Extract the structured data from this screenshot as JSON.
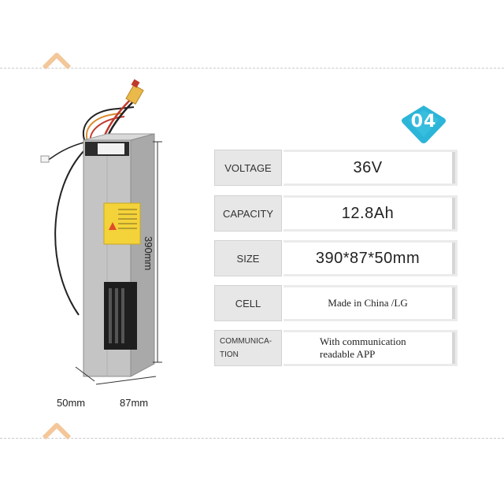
{
  "specs": [
    {
      "label": "VOLTAGE",
      "value": "36V"
    },
    {
      "label": "CAPACITY",
      "value": "12.8Ah"
    },
    {
      "label": "SIZE",
      "value": "390*87*50mm"
    },
    {
      "label": "CELL",
      "value": "Made in China /LG"
    },
    {
      "label_line1": "COMMUNICA-",
      "label_line2": "TION",
      "value_line1": "With communication",
      "value_line2": "readable APP"
    }
  ],
  "badge": "04",
  "dimensions": {
    "height": "390mm",
    "depth": "50mm",
    "width": "87mm"
  },
  "colors": {
    "badge": "#2bb5d8",
    "chevron": "#f3c79a",
    "label_bg": "#e7e7e7",
    "battery_body": "#c8c8c8"
  }
}
